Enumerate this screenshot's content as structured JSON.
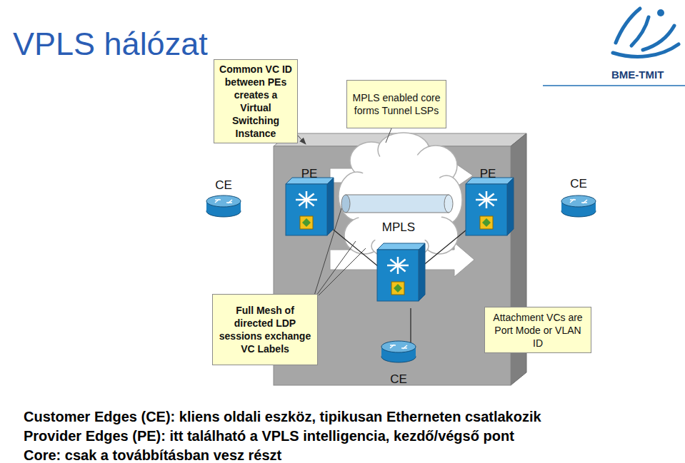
{
  "diagram": {
    "title": "VPLS hálózat",
    "nodes": [
      {
        "text": [
          "Common VC ID between PEs creates a Virtual Switching Instance"
        ]
      },
      {
        "text": [
          "MPLS enabled core forms Tunnel LSPs"
        ]
      },
      {
        "text": [
          "CE"
        ]
      },
      {
        "text": [
          "PE"
        ]
      },
      {
        "text": [
          "MPLS"
        ]
      },
      {
        "text": [
          "PE"
        ]
      },
      {
        "text": [
          "CE"
        ]
      },
      {
        "text": [
          "Full Mesh of directed LDP sessions exchange VC Labels"
        ]
      },
      {
        "text": [
          "Attachment VCs are Port Mode or VLAN ID"
        ]
      },
      {
        "text": [
          "CE"
        ]
      }
    ],
    "labels": [
      "BME-TMIT",
      "Customer Edges (CE): kliens oldali eszköz, tipikusan Etherneten csatlakozik",
      "Provider Edges (PE): itt található a VPLS intelligencia, kezdő/végső pont",
      "Core: csak a továbbításban vesz részt"
    ]
  }
}
